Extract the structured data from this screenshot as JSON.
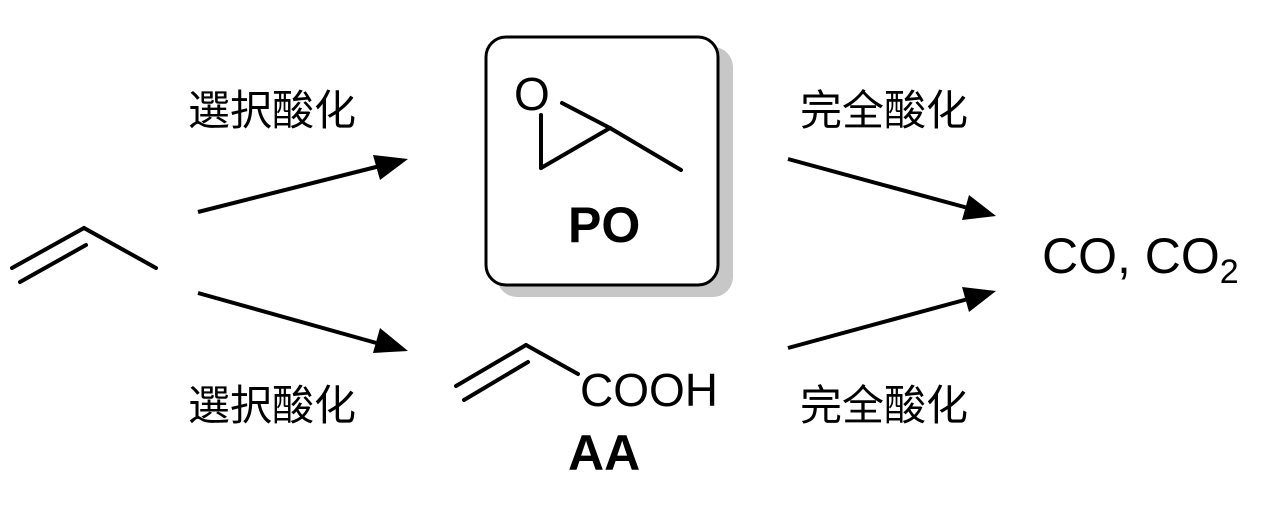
{
  "reaction_labels": {
    "selective_oxidation_top": "選択酸化",
    "selective_oxidation_bottom": "選択酸化",
    "complete_oxidation_top": "完全酸化",
    "complete_oxidation_bottom": "完全酸化"
  },
  "propylene_oxide": {
    "oxygen_atom": "O",
    "code": "PO"
  },
  "acrylic_acid": {
    "group": "COOH",
    "code": "AA"
  },
  "products": {
    "main": "CO, CO",
    "subscript": "2"
  },
  "colors": {
    "ink": "#000000",
    "box_fill": "#ffffff",
    "box_shadow": "#c7c7c7"
  }
}
